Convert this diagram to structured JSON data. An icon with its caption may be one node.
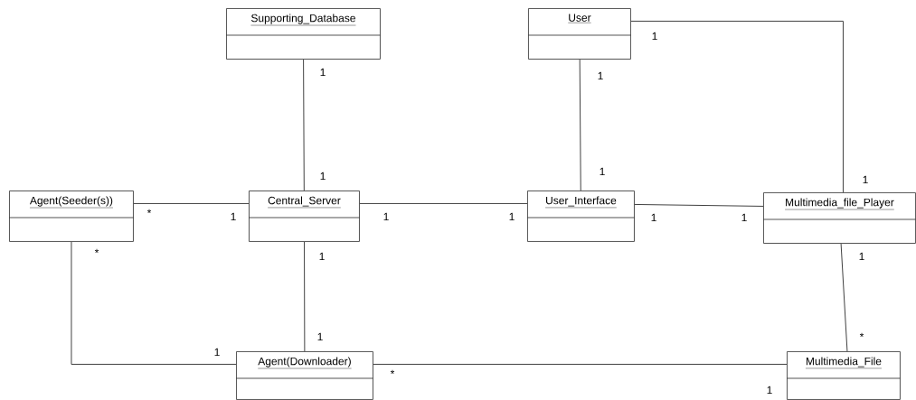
{
  "diagram": {
    "nodes": [
      {
        "text": [
          "Supporting_Database"
        ]
      },
      {
        "text": [
          "User"
        ]
      },
      {
        "text": [
          "Agent(Seeder(s))"
        ]
      },
      {
        "text": [
          "Central_Server"
        ]
      },
      {
        "text": [
          "User_Interface"
        ]
      },
      {
        "text": [
          "Multimedia_file_Player"
        ]
      },
      {
        "text": [
          "Agent(Downloader)"
        ]
      },
      {
        "text": [
          "Multimedia_File"
        ]
      }
    ],
    "edges": [
      {
        "from": 0,
        "to": 3,
        "arrow": "none"
      },
      {
        "from": 1,
        "to": 4,
        "arrow": "none"
      },
      {
        "from": 1,
        "to": 5,
        "arrow": "none"
      },
      {
        "from": 2,
        "to": 3,
        "arrow": "none"
      },
      {
        "from": 3,
        "to": 4,
        "arrow": "none"
      },
      {
        "from": 4,
        "to": 5,
        "arrow": "none"
      },
      {
        "from": 3,
        "to": 6,
        "arrow": "none"
      },
      {
        "from": 2,
        "to": 6,
        "arrow": "none"
      },
      {
        "from": 6,
        "to": 7,
        "arrow": "none"
      },
      {
        "from": 5,
        "to": 7,
        "arrow": "none"
      }
    ],
    "labels": [
      "1",
      "1",
      "1",
      "1",
      "1",
      "1",
      "*",
      "1",
      "1",
      "1",
      "1",
      "1",
      "*",
      "1",
      "1",
      "1",
      "*",
      "1",
      "*",
      "1"
    ]
  }
}
